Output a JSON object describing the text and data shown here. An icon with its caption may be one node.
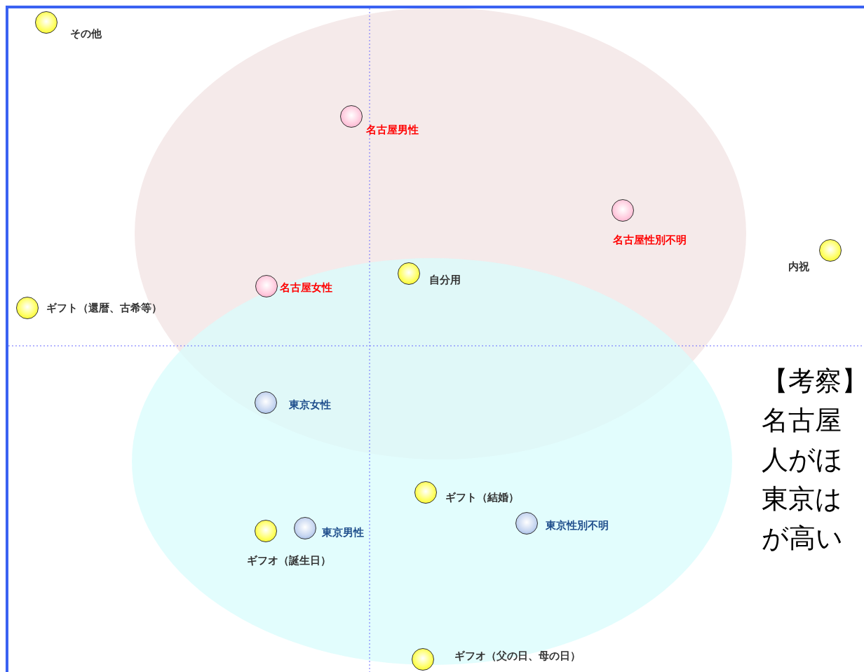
{
  "diagram": {
    "nodes": [
      {
        "text": [],
        "shape": "circle",
        "beside": [
          "その他"
        ]
      },
      {
        "text": [],
        "shape": "circle",
        "beside": [
          "名古屋男性"
        ]
      },
      {
        "text": [],
        "shape": "circle",
        "beside": [
          "名古屋性別不明"
        ]
      },
      {
        "text": [],
        "shape": "circle",
        "beside": [
          "内祝"
        ]
      },
      {
        "text": [],
        "shape": "circle",
        "beside": [
          "自分用"
        ]
      },
      {
        "text": [],
        "shape": "circle",
        "beside": [
          "名古屋女性"
        ]
      },
      {
        "text": [],
        "shape": "circle",
        "beside": [
          "ギフト（還暦、古希等）"
        ]
      },
      {
        "text": [],
        "shape": "circle",
        "beside": [
          "東京女性"
        ]
      },
      {
        "text": [],
        "shape": "circle",
        "beside": [
          "ギフト（結婚）"
        ]
      },
      {
        "text": [],
        "shape": "circle",
        "beside": [
          "東京性別不明"
        ]
      },
      {
        "text": [],
        "shape": "circle",
        "beside": [
          "東京男性"
        ]
      },
      {
        "text": [],
        "shape": "circle",
        "beside": [
          "ギフオ（誕生日）"
        ]
      },
      {
        "text": [],
        "shape": "circle",
        "beside": [
          "ギフオ（父の日、母の日）"
        ]
      }
    ],
    "edges": [],
    "labels": [
      "【考察】",
      "名古屋",
      "人がほ",
      "東京は",
      "が高い"
    ]
  }
}
